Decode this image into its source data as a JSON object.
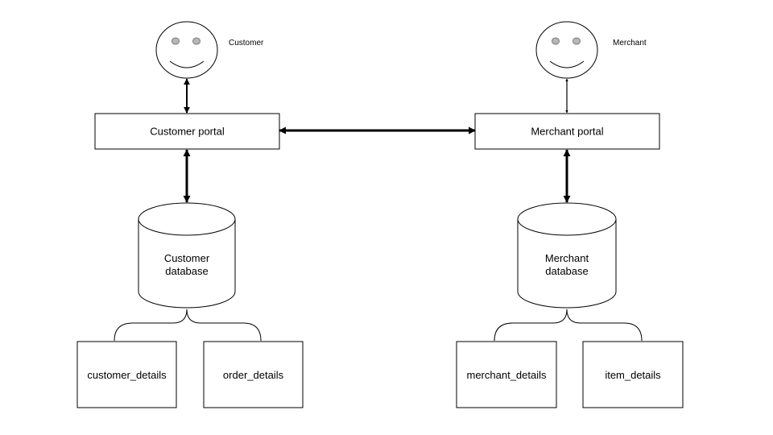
{
  "actors": {
    "customer": "Customer",
    "merchant": "Merchant"
  },
  "portals": {
    "customer": "Customer portal",
    "merchant": "Merchant portal"
  },
  "databases": {
    "customer": {
      "line1": "Customer",
      "line2": "database"
    },
    "merchant": {
      "line1": "Merchant",
      "line2": "database"
    }
  },
  "tables": {
    "customer_details": "customer_details",
    "order_details": "order_details",
    "merchant_details": "merchant_details",
    "item_details": "item_details"
  },
  "colors": {
    "stroke": "#000000",
    "face_fill": "#ffffff",
    "eye_fill": "#b7b7b7"
  }
}
